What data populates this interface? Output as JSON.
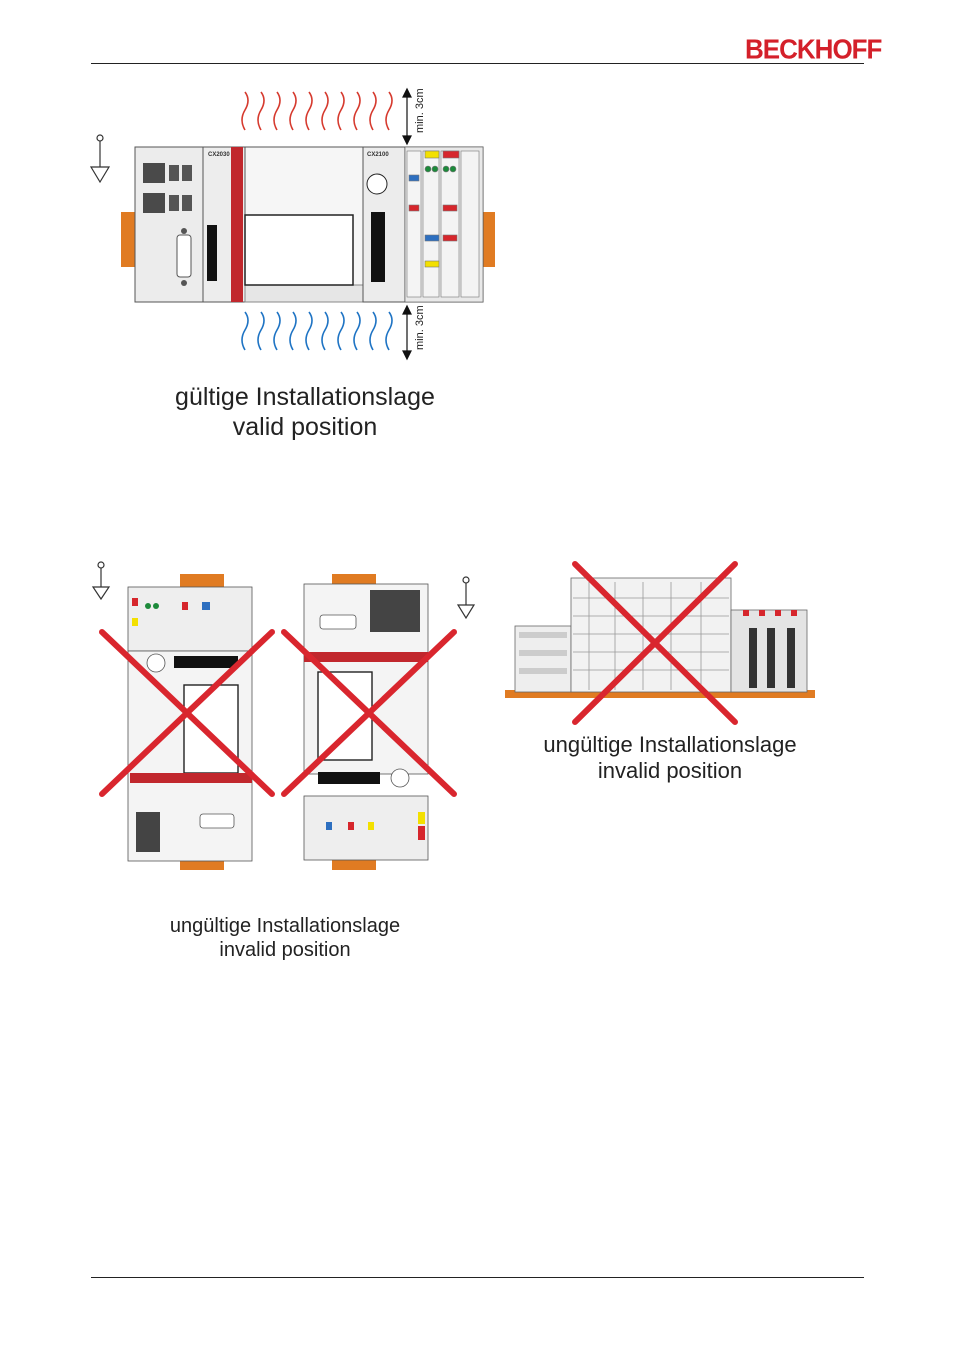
{
  "header": {
    "logo_text": "BECKHOFF",
    "brand_color": "#d4202a"
  },
  "figure_valid": {
    "top_label": "min. 3cm",
    "bottom_label": "min. 3cm",
    "module_left_label": "CX2030",
    "module_right_label": "CX2100",
    "caption_de": "gültige Installationslage",
    "caption_en": "valid position",
    "arrow_top_color": "#d63a2e",
    "arrow_bottom_color": "#1f74c4"
  },
  "figure_invalid_vertical": {
    "caption_de": "ungültige Installationslage",
    "caption_en": "invalid position",
    "cross_color": "#d9262e"
  },
  "figure_invalid_flat": {
    "caption_de": "ungültige Installationslage",
    "caption_en": "invalid position",
    "cross_color": "#d9262e"
  }
}
